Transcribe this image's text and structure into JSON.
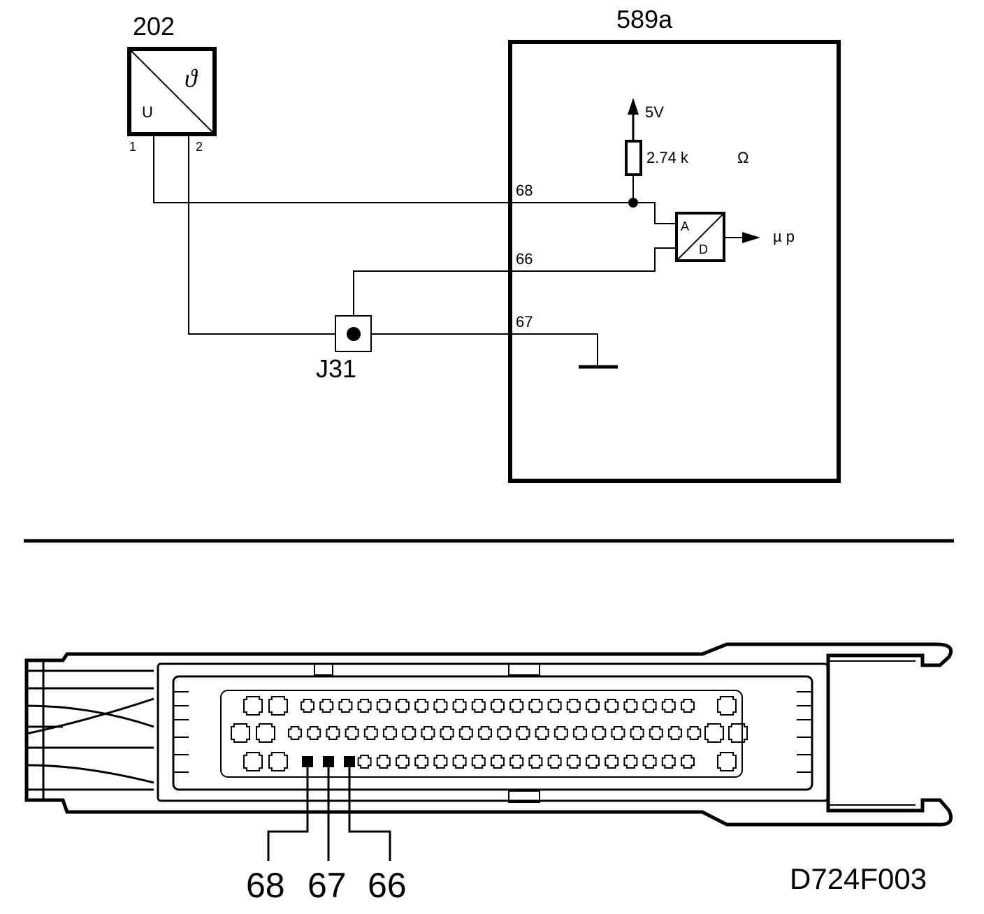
{
  "diagram": {
    "sensor": {
      "id": "202",
      "symbol_theta": "ϑ",
      "symbol_u": "U",
      "pin1": "1",
      "pin2": "2"
    },
    "control_unit": {
      "id": "589a",
      "supply": "5V",
      "resistor_value": "2.74 k",
      "resistor_unit": "Ω",
      "converter_a": "A",
      "converter_d": "D",
      "output": "µ p",
      "pins": [
        "68",
        "66",
        "67"
      ]
    },
    "junction": {
      "id": "J31"
    }
  },
  "connector": {
    "callouts": [
      "68",
      "67",
      "66"
    ]
  },
  "figure_ref": "D724F003"
}
